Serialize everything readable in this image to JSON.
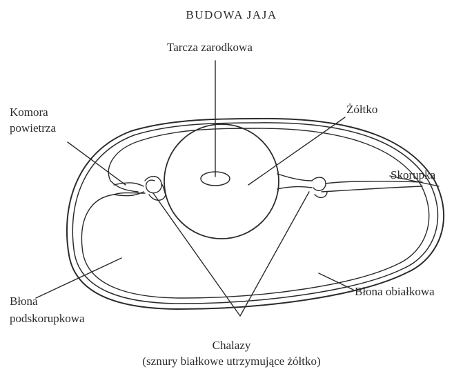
{
  "title": "BUDOWA JAJA",
  "labels": {
    "tarcza": "Tarcza zarodkowa",
    "zoltko": "Żółtko",
    "komora_line1": "Komora",
    "komora_line2": "powietrza",
    "skorupka": "Skorupka",
    "blona_pod_line1": "Błona",
    "blona_pod_line2": "podskorupkowa",
    "blona_obialkowa": "Błona obiałkowa",
    "chalazy": "Chalazy",
    "chalazy_note": "(sznury białkowe utrzymujące żółtko)"
  },
  "colors": {
    "ink": "#2b2b2b",
    "background": "#ffffff"
  }
}
